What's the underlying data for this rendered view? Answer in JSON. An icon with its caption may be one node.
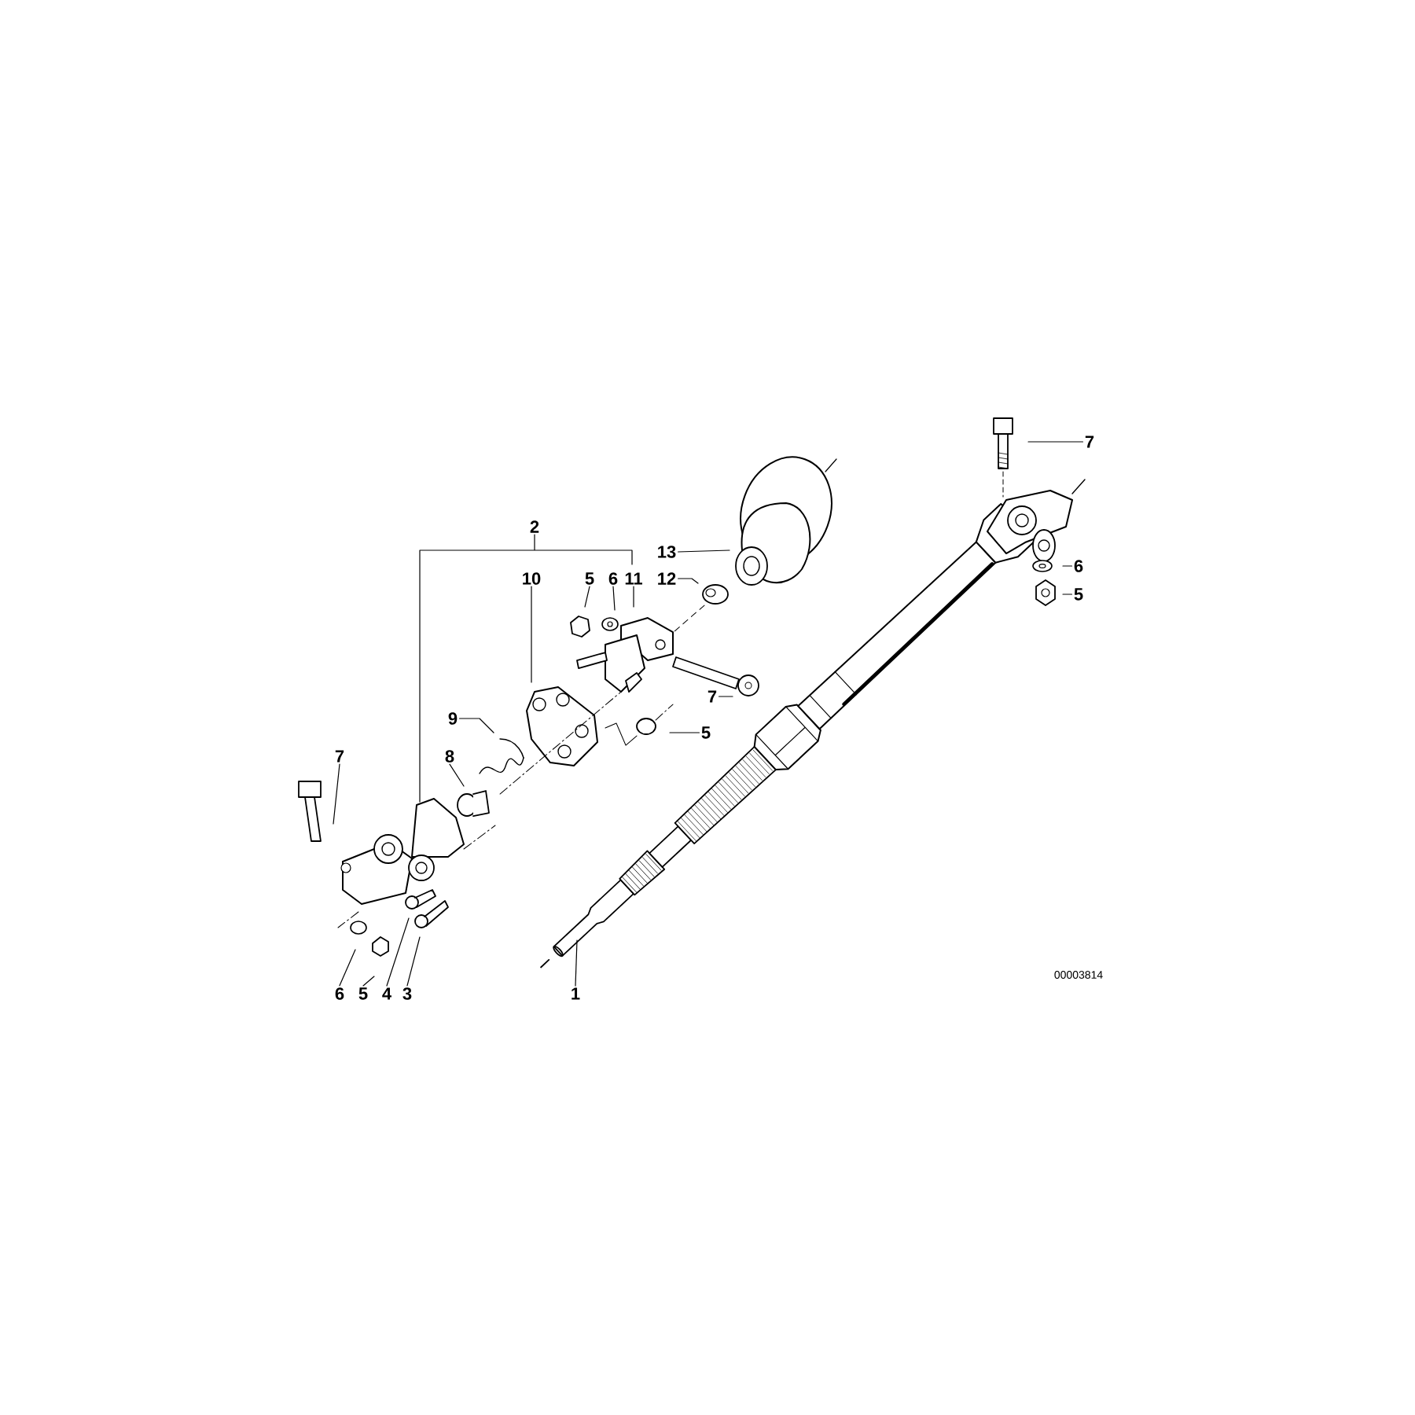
{
  "diagram": {
    "nodes": [
      {
        "text": [
          "2"
        ]
      },
      {
        "text": [
          "10"
        ]
      },
      {
        "text": [
          "5"
        ]
      },
      {
        "text": [
          "6"
        ]
      },
      {
        "text": [
          "11"
        ]
      },
      {
        "text": [
          "13"
        ]
      },
      {
        "text": [
          "12"
        ]
      },
      {
        "text": [
          "7"
        ]
      },
      {
        "text": [
          "5"
        ]
      },
      {
        "text": [
          "9"
        ]
      },
      {
        "text": [
          "8"
        ]
      },
      {
        "text": [
          "7"
        ]
      },
      {
        "text": [
          "6"
        ]
      },
      {
        "text": [
          "5"
        ]
      },
      {
        "text": [
          "4"
        ]
      },
      {
        "text": [
          "3"
        ]
      },
      {
        "text": [
          "1"
        ]
      },
      {
        "text": [
          "7"
        ]
      },
      {
        "text": [
          "6"
        ]
      },
      {
        "text": [
          "5"
        ]
      }
    ],
    "edges": [
      {
        "from": 0,
        "to": null,
        "arrow": "none"
      },
      {
        "from": 1,
        "to": null,
        "arrow": "none"
      },
      {
        "from": 2,
        "to": null,
        "arrow": "none"
      },
      {
        "from": 3,
        "to": null,
        "arrow": "none"
      },
      {
        "from": 4,
        "to": null,
        "arrow": "none"
      },
      {
        "from": 5,
        "to": null,
        "arrow": "none"
      },
      {
        "from": 6,
        "to": null,
        "arrow": "none"
      },
      {
        "from": 7,
        "to": null,
        "arrow": "none"
      },
      {
        "from": 8,
        "to": null,
        "arrow": "none"
      },
      {
        "from": 9,
        "to": null,
        "arrow": "none"
      },
      {
        "from": 10,
        "to": null,
        "arrow": "none"
      },
      {
        "from": 11,
        "to": null,
        "arrow": "none"
      },
      {
        "from": 12,
        "to": null,
        "arrow": "none"
      },
      {
        "from": 13,
        "to": null,
        "arrow": "none"
      },
      {
        "from": 14,
        "to": null,
        "arrow": "none"
      },
      {
        "from": 15,
        "to": null,
        "arrow": "none"
      },
      {
        "from": 16,
        "to": null,
        "arrow": "none"
      },
      {
        "from": 17,
        "to": null,
        "arrow": "none"
      },
      {
        "from": 18,
        "to": null,
        "arrow": "none"
      },
      {
        "from": 19,
        "to": null,
        "arrow": "none"
      }
    ],
    "labels": [
      "00003814"
    ]
  }
}
